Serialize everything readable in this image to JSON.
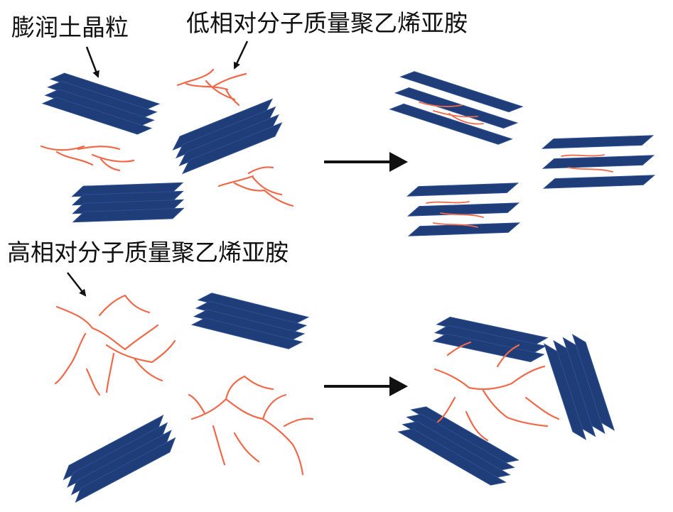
{
  "labels": {
    "swollen_clay": "膨润土晶粒",
    "low_mw_pam": "低相对分子质量聚乙烯亚胺",
    "high_mw_pam": "高相对分子质量聚乙烯亚胺"
  },
  "colors": {
    "clay_fill": "#1f3d78",
    "clay_edge": "#2c4f93",
    "polymer": "#f06a4a",
    "arrow": "#111111",
    "text": "#111111"
  },
  "panels": [
    "top",
    "bottom"
  ]
}
